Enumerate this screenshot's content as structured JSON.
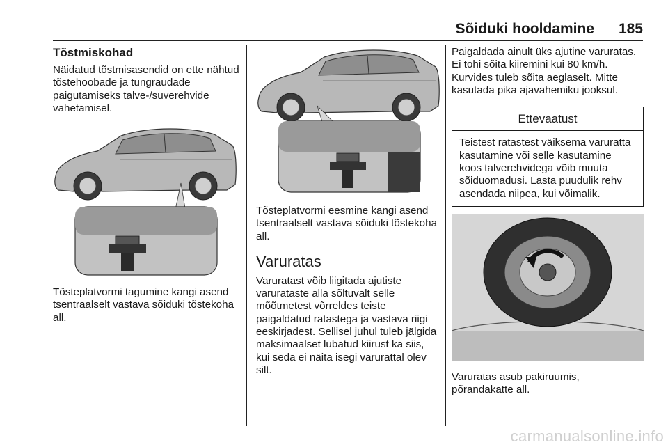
{
  "header": {
    "title": "Sõiduki hooldamine",
    "page_number": "185"
  },
  "column1": {
    "heading": "Tõstmiskohad",
    "intro": "Näidatud tõstmisasendid on ette nähtud tõstehoobade ja tungraudade paigutamiseks talve-/suverehvide vahetamisel.",
    "caption": "Tõsteplatvormi tagumine kangi asend tsentraalselt vastava sõiduki tõstekoha all."
  },
  "column2": {
    "caption": "Tõsteplatvormi eesmine kangi asend tsentraalselt vastava sõiduki tõstekoha all.",
    "section_heading": "Varuratas",
    "body": "Varuratast võib liigitada ajutiste varurataste alla sõltuvalt selle mõõtmetest võrreldes teiste paigaldatud ratastega ja vastava riigi eeskirjadest. Sellisel juhul tuleb jälgida maksimaalset lubatud kiirust ka siis, kui seda ei näita isegi varurattal olev silt."
  },
  "column3": {
    "intro": "Paigaldada ainult üks ajutine varuratas. Ei tohi sõita kiiremini kui 80 km/h. Kurvides tuleb sõita aeglaselt. Mitte kasutada pika ajavahemiku jooksul.",
    "caution_title": "Ettevaatust",
    "caution_body": "Teistest ratastest väiksema varuratta kasutamine või selle kasutamine koos talverehvidega võib muuta sõiduomadusi. Lasta puudulik rehv asendada niipea, kui võimalik.",
    "caption": "Varuratas asub pakiruumis, põrandakatte all."
  },
  "footer": {
    "watermark": "carmanualsonline.info"
  }
}
